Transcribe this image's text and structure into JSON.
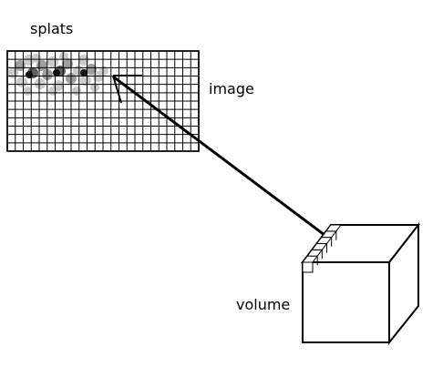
{
  "labels": {
    "splats": "splats",
    "image": "image",
    "volume": "volume"
  },
  "colors": {
    "line": "#000000",
    "background": "#ffffff",
    "splat_light": "#c8c8c8",
    "splat_mid": "#9a9a9a",
    "splat_dark": "#555555",
    "splat_core": "#111111"
  }
}
